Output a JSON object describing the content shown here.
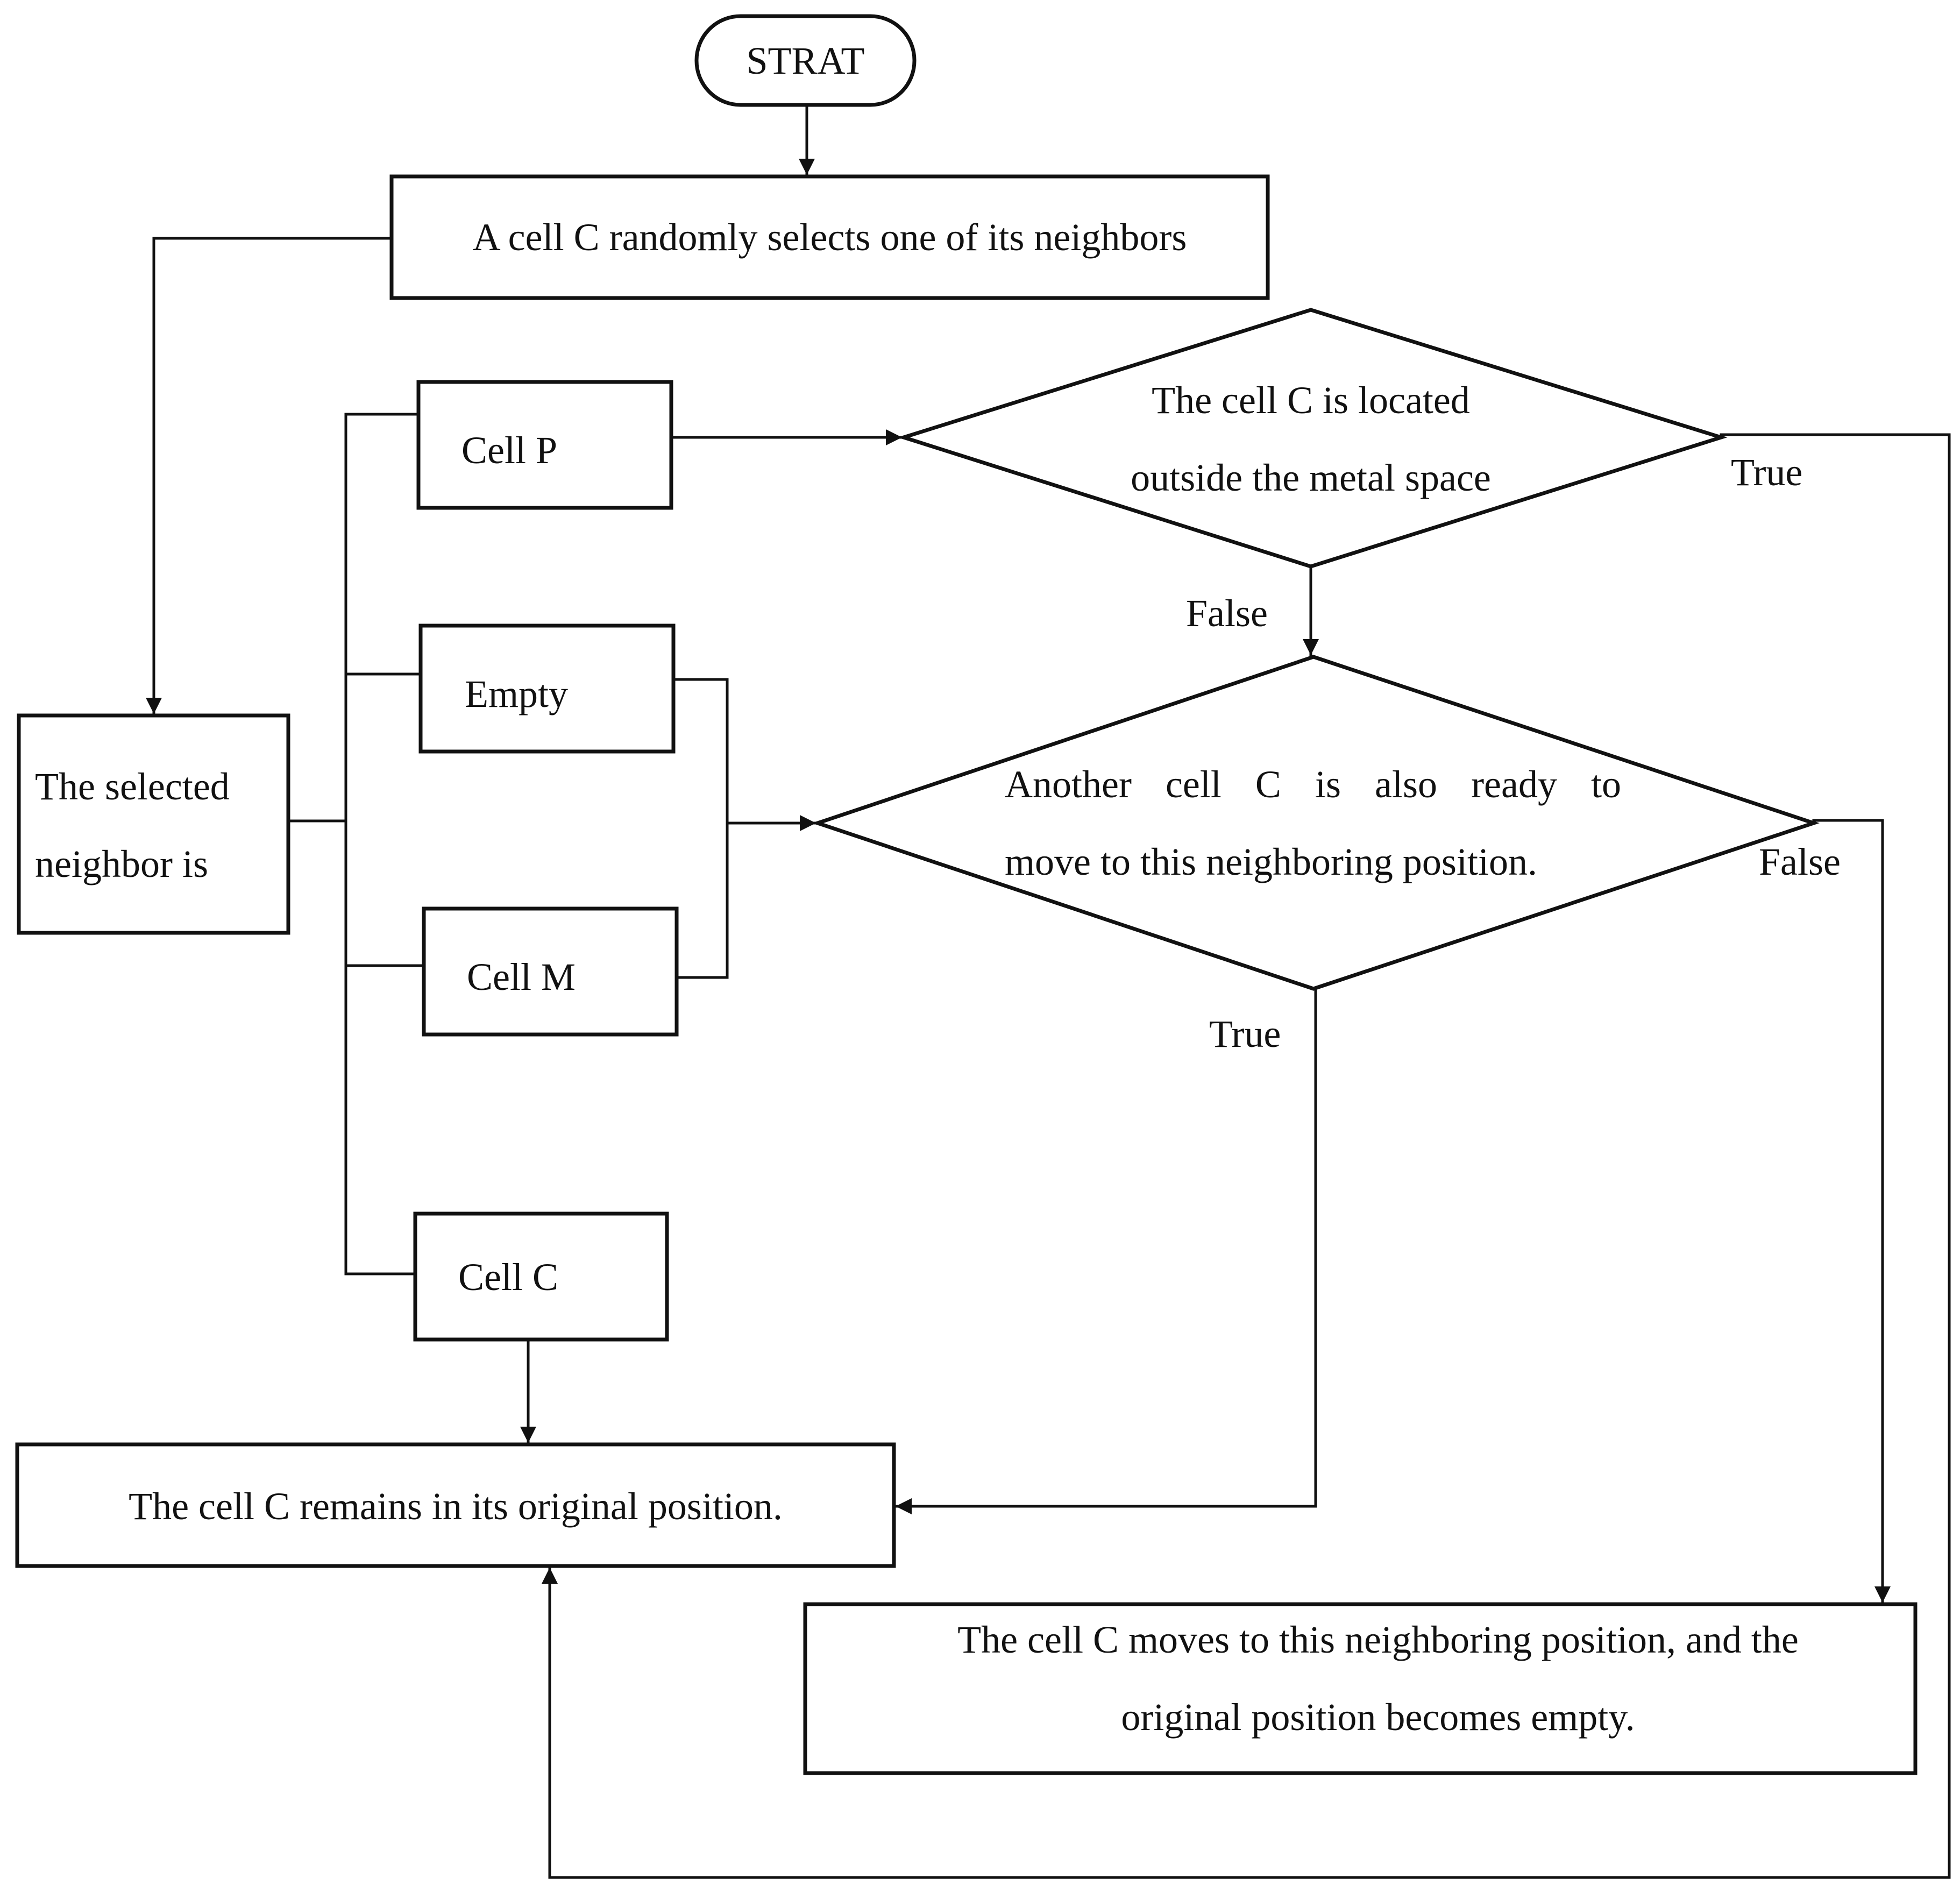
{
  "diagram": {
    "start": "STRAT",
    "step_select": "A cell C randomly selects one of its neighbors",
    "selected_neighbor": [
      "The selected",
      "neighbor is"
    ],
    "options": {
      "cell_p": "Cell P",
      "empty": "Empty",
      "cell_m": "Cell M",
      "cell_c": "Cell C"
    },
    "decision_outside": [
      "The cell C is located",
      "outside the metal space"
    ],
    "decision_conflict": [
      "Another cell C is also ready to",
      "move to this neighboring position."
    ],
    "result_remain": "The cell C remains in its original position.",
    "result_move": [
      "The cell C moves to this neighboring position, and the",
      "original position becomes empty."
    ],
    "edge_labels": {
      "outside_true": "True",
      "outside_false": "False",
      "conflict_false": "False",
      "conflict_true": "True"
    }
  }
}
